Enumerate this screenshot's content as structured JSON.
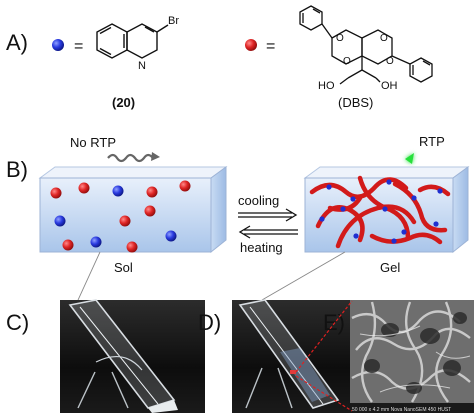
{
  "panels": {
    "a": "A)",
    "b": "B)",
    "c": "C)",
    "d": "D)",
    "e": "E)"
  },
  "legend": {
    "equals": "="
  },
  "molecule_quinoline": {
    "br": "Br",
    "n": "N",
    "number": "(20)"
  },
  "molecule_dbs": {
    "ho": "HO",
    "oh": "OH",
    "name": "(DBS)"
  },
  "labels": {
    "no_rtp": "No RTP",
    "rtp": "RTP",
    "cooling": "cooling",
    "heating": "heating",
    "sol": "Sol",
    "gel": "Gel"
  },
  "colors": {
    "blue_dot": "#1f2fd0",
    "red_dot": "#d41f1f",
    "box_top": "#eaf1fb",
    "box_front": "#b8d0ee",
    "green_wave": "#27e03a",
    "squiggle": "#666666"
  },
  "sem_caption": "50 000 x  4.2 mm  Nova NanoSEM 450 HUST"
}
